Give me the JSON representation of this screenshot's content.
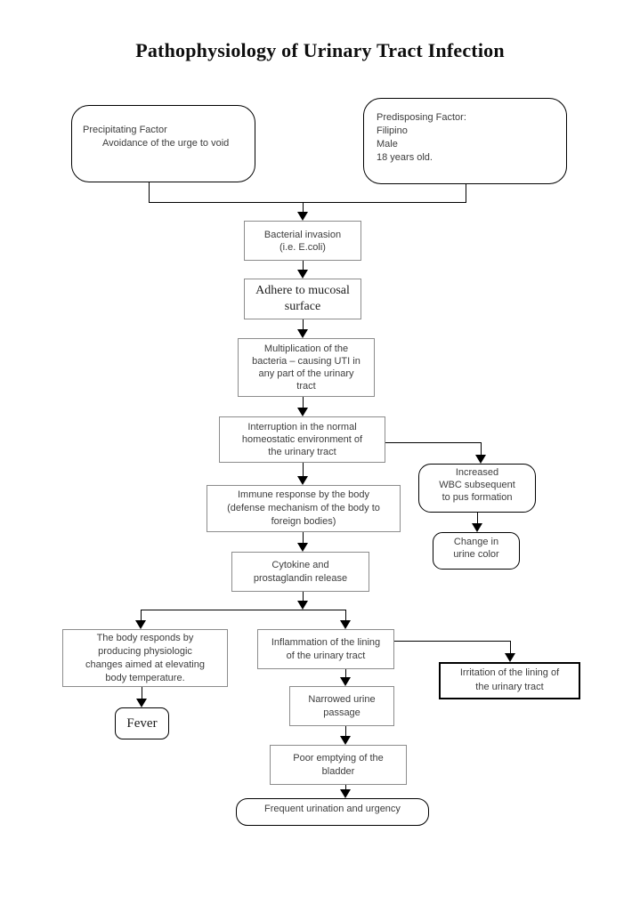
{
  "title": "Pathophysiology of Urinary Tract Infection",
  "nodes": {
    "precipitating_factor": {
      "shape": "rounded",
      "lines": [
        "Precipitating Factor",
        "Avoidance of the urge to void"
      ]
    },
    "predisposing_factor": {
      "shape": "rounded",
      "lines": [
        "Predisposing Factor:",
        "Filipino",
        "Male",
        "18 years old."
      ]
    },
    "bacterial_invasion": {
      "shape": "rect",
      "lines": [
        "Bacterial invasion",
        "(i.e. E.coli)"
      ]
    },
    "adhere_mucosal": {
      "shape": "rect",
      "lines": [
        "Adhere to mucosal",
        "surface"
      ]
    },
    "multiplication": {
      "shape": "rect",
      "lines": [
        "Multiplication of the",
        "bacteria – causing UTI in",
        "any part of the urinary",
        "tract"
      ]
    },
    "interruption": {
      "shape": "rect",
      "lines": [
        "Interruption in the normal",
        "homeostatic environment of",
        "the urinary tract"
      ]
    },
    "increased_wbc": {
      "shape": "rounded",
      "lines": [
        "Increased",
        "WBC subsequent",
        "to pus formation"
      ]
    },
    "change_urine_color": {
      "shape": "rounded",
      "lines": [
        "Change in",
        "urine color"
      ]
    },
    "immune_response": {
      "shape": "rect",
      "lines": [
        "Immune response by the body",
        "(defense mechanism of the body to",
        "foreign bodies)"
      ]
    },
    "cytokine_release": {
      "shape": "rect",
      "lines": [
        "Cytokine and",
        "prostaglandin release"
      ]
    },
    "body_responds": {
      "shape": "rect",
      "lines": [
        "The body responds by",
        "producing physiologic",
        "changes aimed at elevating",
        "body temperature."
      ]
    },
    "fever": {
      "shape": "rounded",
      "lines": [
        "Fever"
      ]
    },
    "inflammation": {
      "shape": "rect",
      "lines": [
        "Inflammation of the lining",
        "of the urinary tract"
      ]
    },
    "irritation": {
      "shape": "rect",
      "lines": [
        "Irritation of the lining of",
        "the urinary tract"
      ]
    },
    "narrowed_passage": {
      "shape": "rect",
      "lines": [
        "Narrowed urine",
        "passage"
      ]
    },
    "poor_emptying": {
      "shape": "rect",
      "lines": [
        "Poor emptying of the",
        "bladder"
      ]
    },
    "frequent_urination": {
      "shape": "rounded",
      "lines": [
        "Frequent urination and urgency"
      ]
    }
  },
  "flow_edges": [
    [
      "precipitating_factor",
      "bacterial_invasion"
    ],
    [
      "predisposing_factor",
      "bacterial_invasion"
    ],
    [
      "bacterial_invasion",
      "adhere_mucosal"
    ],
    [
      "adhere_mucosal",
      "multiplication"
    ],
    [
      "multiplication",
      "interruption"
    ],
    [
      "interruption",
      "immune_response"
    ],
    [
      "interruption",
      "increased_wbc"
    ],
    [
      "increased_wbc",
      "change_urine_color"
    ],
    [
      "immune_response",
      "cytokine_release"
    ],
    [
      "cytokine_release",
      "body_responds"
    ],
    [
      "cytokine_release",
      "inflammation"
    ],
    [
      "body_responds",
      "fever"
    ],
    [
      "inflammation",
      "irritation"
    ],
    [
      "inflammation",
      "narrowed_passage"
    ],
    [
      "narrowed_passage",
      "poor_emptying"
    ],
    [
      "poor_emptying",
      "frequent_urination"
    ]
  ],
  "colors": {
    "background": "#ffffff",
    "rect_border": "#8c8c8c",
    "rounded_border": "#000000",
    "text": "#3c3c3c",
    "connector": "#000000"
  }
}
